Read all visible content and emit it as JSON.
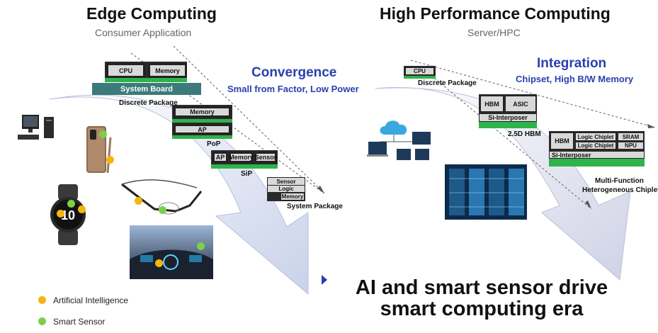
{
  "left": {
    "title": "Edge Computing",
    "subtitle": "Consumer Application",
    "convergence_title": "Convergence",
    "convergence_sub": "Small from Factor, Low Power",
    "discrete_package": {
      "chip1": "CPU",
      "chip2": "Memory",
      "board": "System Board",
      "label": "Discrete Package"
    },
    "pop": {
      "chip1": "Memory",
      "chip2": "AP",
      "label": "PoP"
    },
    "sip": {
      "chip1": "AP",
      "chip2": "Memory",
      "chip3": "Sensor",
      "label": "SiP"
    },
    "system_package": {
      "l1": "Sensor",
      "l2": "Logic",
      "l3": "Memory",
      "label": "System Package"
    }
  },
  "right": {
    "title": "High Performance Computing",
    "subtitle": "Server/HPC",
    "integration_title": "Integration",
    "integration_sub": "Chipset, High B/W Memory",
    "discrete_package": {
      "chip": "CPU",
      "label": "Discrete Package"
    },
    "hbm25": {
      "chip1": "HBM",
      "chip2": "ASIC",
      "interposer": "Si-Interposer",
      "label": "2.5D HBM"
    },
    "hetero": {
      "hbm": "HBM",
      "c1": "Logic Chiplet",
      "c2": "SRAM",
      "c3": "Logic Chiplet",
      "c4": "NPU",
      "interposer": "Si-Interposer",
      "label1": "Multi-Function",
      "label2": "Heterogeneous Chiplets"
    }
  },
  "legend": {
    "ai": "Artificial Intelligence",
    "sensor": "Smart Sensor"
  },
  "tagline": {
    "line1": "AI and smart sensor drive",
    "line2": "smart computing era"
  },
  "colors": {
    "accent_blue": "#2a3fae",
    "ai_dot": "#f6b40e",
    "sensor_dot": "#7dcf4a",
    "substrate_green": "#2fb34a",
    "board_teal": "#3d7a7a"
  },
  "icons": [
    "desktop-pc-icon",
    "smartphone-icon",
    "smartwatch-icon",
    "smart-glasses-icon",
    "car-dashboard-icon",
    "cloud-network-icon",
    "server-room-icon"
  ]
}
